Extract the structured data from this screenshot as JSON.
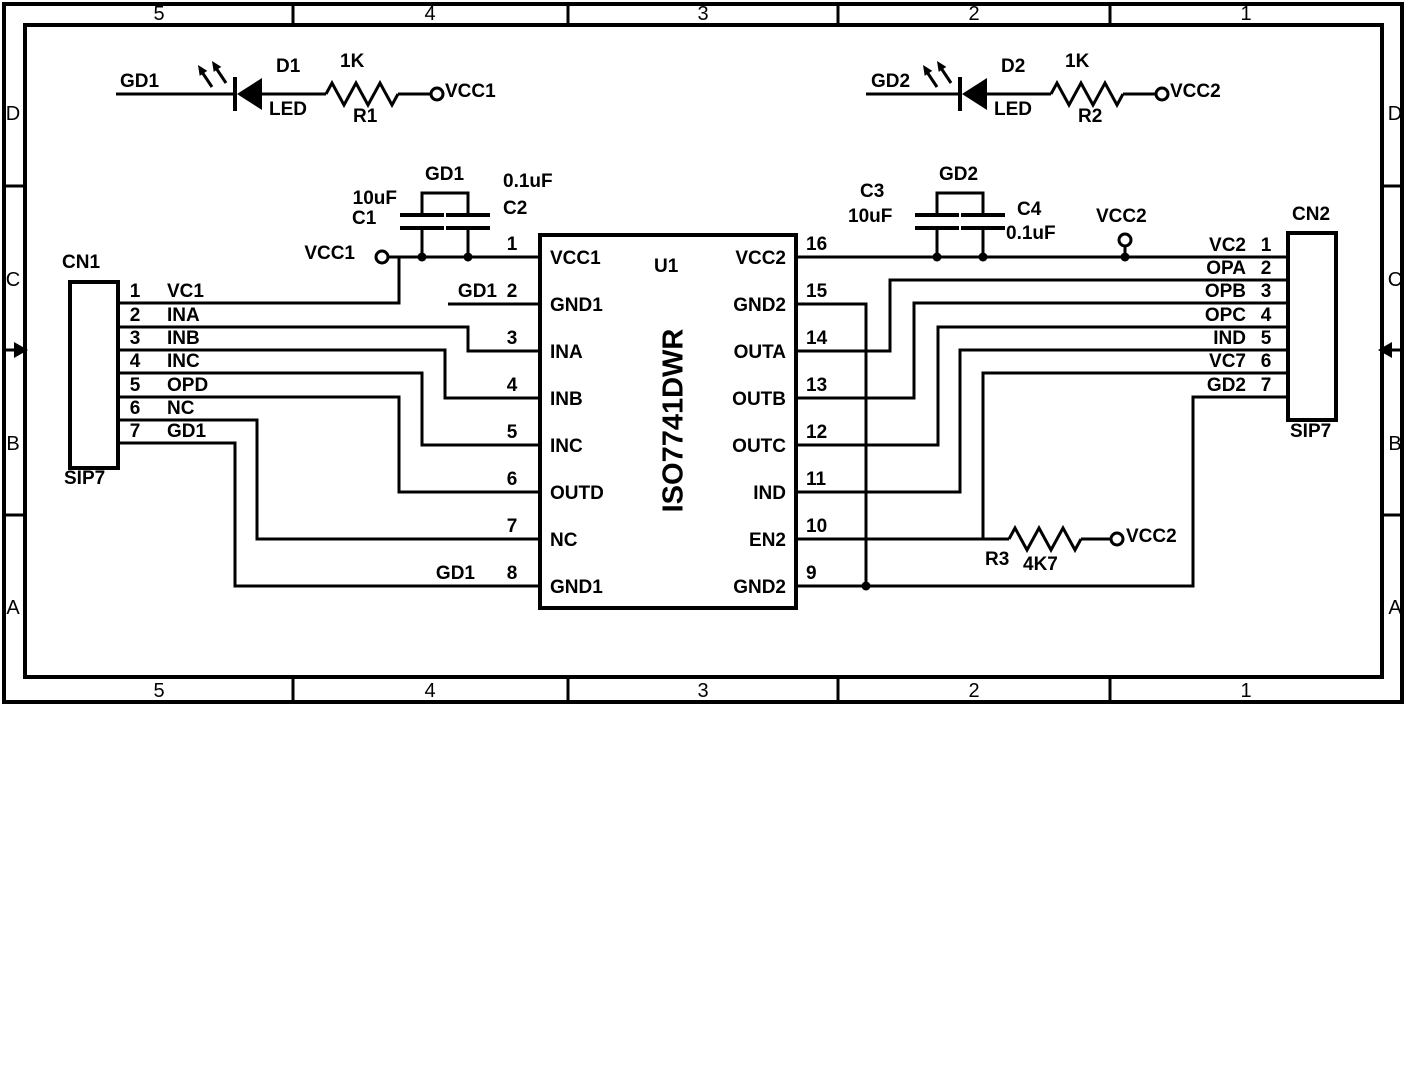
{
  "sheet": {
    "cols": [
      "5",
      "4",
      "3",
      "2",
      "1"
    ],
    "rows": [
      "D",
      "C",
      "B",
      "A"
    ]
  },
  "led1": {
    "net_in": "GD1",
    "ref": "D1",
    "type": "LED",
    "res_ref": "R1",
    "res_value": "1K",
    "net_out": "VCC1"
  },
  "led2": {
    "net_in": "GD2",
    "ref": "D2",
    "type": "LED",
    "res_ref": "R2",
    "res_value": "1K",
    "net_out": "VCC2"
  },
  "dec1": {
    "vcc_net": "VCC1",
    "cap1_ref": "C1",
    "cap1_value": "10uF",
    "gnd_net": "GD1",
    "cap2_ref": "C2",
    "cap2_value": "0.1uF"
  },
  "dec2": {
    "vcc_net": "VCC2",
    "cap1_ref": "C3",
    "cap1_value": "10uF",
    "gnd_net": "GD2",
    "cap2_ref": "C4",
    "cap2_value": "0.1uF"
  },
  "pullup": {
    "ref": "R3",
    "value": "4K7",
    "net": "VCC2"
  },
  "cn1": {
    "ref": "CN1",
    "package": "SIP7",
    "pins": [
      {
        "num": "1",
        "net": "VC1"
      },
      {
        "num": "2",
        "net": "INA"
      },
      {
        "num": "3",
        "net": "INB"
      },
      {
        "num": "4",
        "net": "INC"
      },
      {
        "num": "5",
        "net": "OPD"
      },
      {
        "num": "6",
        "net": "NC"
      },
      {
        "num": "7",
        "net": "GD1"
      }
    ]
  },
  "cn2": {
    "ref": "CN2",
    "package": "SIP7",
    "pins": [
      {
        "num": "1",
        "net": "VC2"
      },
      {
        "num": "2",
        "net": "OPA"
      },
      {
        "num": "3",
        "net": "OPB"
      },
      {
        "num": "4",
        "net": "OPC"
      },
      {
        "num": "5",
        "net": "IND"
      },
      {
        "num": "6",
        "net": "VC7"
      },
      {
        "num": "7",
        "net": "GD2"
      }
    ]
  },
  "ic": {
    "ref": "U1",
    "part": "ISO7741DWR",
    "left": [
      {
        "num": "1",
        "name": "VCC1"
      },
      {
        "num": "2",
        "name": "GND1",
        "net": "GD1"
      },
      {
        "num": "3",
        "name": "INA"
      },
      {
        "num": "4",
        "name": "INB"
      },
      {
        "num": "5",
        "name": "INC"
      },
      {
        "num": "6",
        "name": "OUTD"
      },
      {
        "num": "7",
        "name": "NC"
      },
      {
        "num": "8",
        "name": "GND1",
        "net": "GD1"
      }
    ],
    "right": [
      {
        "num": "16",
        "name": "VCC2"
      },
      {
        "num": "15",
        "name": "GND2"
      },
      {
        "num": "14",
        "name": "OUTA"
      },
      {
        "num": "13",
        "name": "OUTB"
      },
      {
        "num": "12",
        "name": "OUTC"
      },
      {
        "num": "11",
        "name": "IND"
      },
      {
        "num": "10",
        "name": "EN2"
      },
      {
        "num": "9",
        "name": "GND2"
      }
    ]
  }
}
